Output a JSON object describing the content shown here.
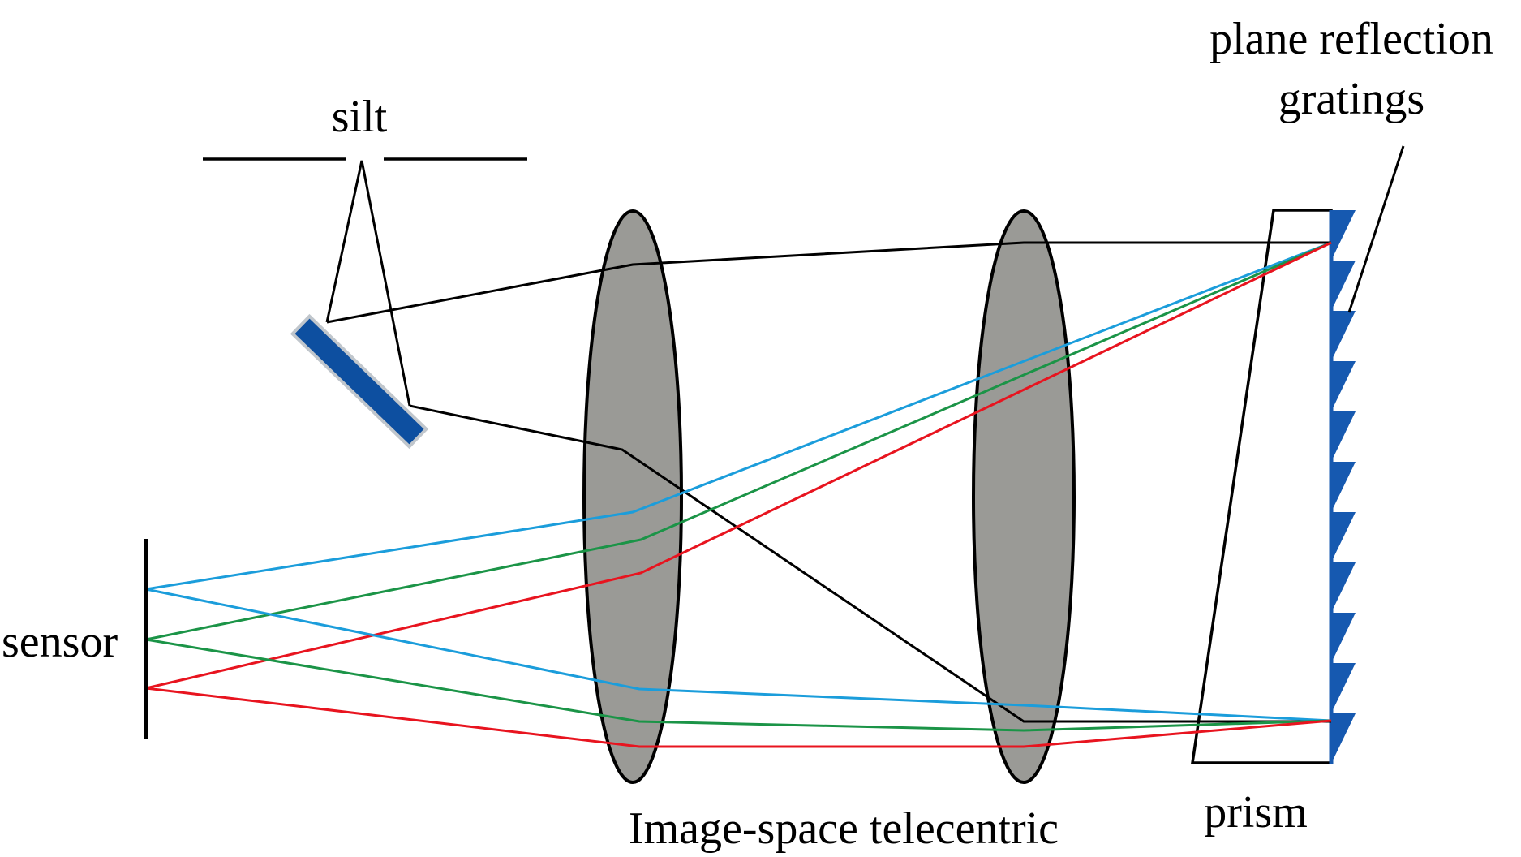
{
  "labels": {
    "slit": "silt",
    "grating_line1": "plane reflection",
    "grating_line2": "gratings",
    "sensor": "sensor",
    "lens": "Image-space telecentric",
    "prism": "prism"
  },
  "colors": {
    "blue_ray": "#1b9ddb",
    "green_ray": "#1b9447",
    "red_ray": "#e8141f",
    "black_ray": "#000000",
    "lens_fill": "#9a9a96",
    "mirror_fill": "#0d4fa0",
    "mirror_edge": "#c0c6cc",
    "grating_fill": "#1659b0"
  },
  "icons": {
    "mirror": "fold-mirror-icon",
    "grating": "grating-teeth-icon"
  }
}
